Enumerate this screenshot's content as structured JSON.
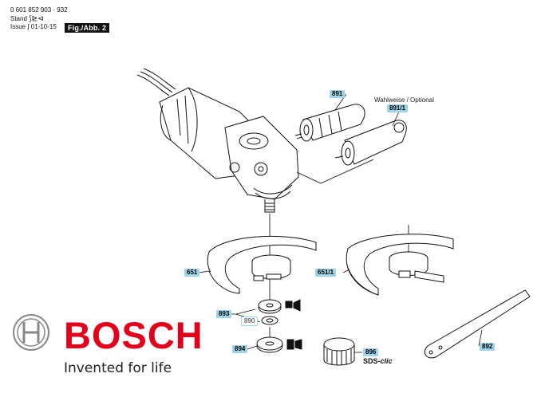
{
  "header": {
    "doc_number": "0 601 852 903 · 932",
    "stand_label": "Stand",
    "issue_label": "Issue",
    "issue_date": "01-10-15",
    "figure_label": "Fig./Abb. 2"
  },
  "parts": {
    "p891": "891",
    "p891_1": "891/1",
    "optional_note": "Wahlweise / Optional",
    "p651": "651",
    "p651_1": "651/1",
    "p893": "893",
    "p890": "890",
    "p894": "894",
    "p896": "896",
    "p892": "892",
    "sds_prefix": "SDS-",
    "sds_suffix": "clic"
  },
  "brand": {
    "name": "BOSCH",
    "slogan": "Invented for life",
    "color": "#e2001a",
    "label_color": "#9fd3ea"
  }
}
